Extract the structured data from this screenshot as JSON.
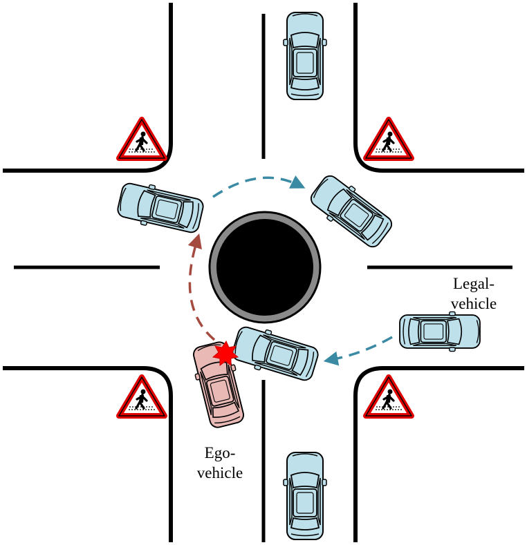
{
  "labels": {
    "legal_line1": "Legal-",
    "legal_line2": "vehicle",
    "ego_line1": "Ego-",
    "ego_line2": "vehicle"
  },
  "colors": {
    "road_line": "#000000",
    "roundabout_fill": "#000000",
    "roundabout_ring": "#8a8a8a",
    "car_fill": "#bde0ea",
    "ego_car_fill": "#e9b9b6",
    "legal_path_arrow": "#3a8aa4",
    "ego_path_arrow": "#a54a3f",
    "collision_star": "#ff0000",
    "sign_border": "#e00000"
  },
  "icons": {
    "crosswalk_sign": "pedestrian-crossing-sign-icon",
    "collision": "collision-star-icon",
    "vehicle": "car-icon"
  }
}
